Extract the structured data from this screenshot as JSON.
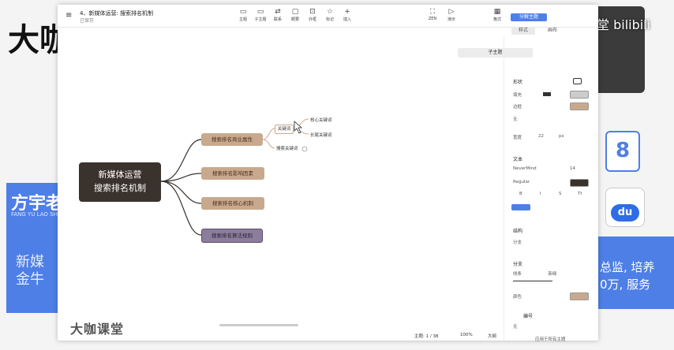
{
  "background": {
    "title": "大咖",
    "blue_name": "方宇老",
    "blue_sub": "FANG YU LAO SHI",
    "blue_text_1": "新媒",
    "blue_text_2": "金牛",
    "right_text_1": "总监, 培养",
    "right_text_2": "0万, 服务",
    "watermark": "课堂 bilibili",
    "logo_text": "大咖课堂",
    "icon_text": "du"
  },
  "app": {
    "title": "4、新媒体运营: 搜索排名机制",
    "subtitle": "已保存",
    "toolbar": [
      {
        "icon": "▭",
        "label": "主题"
      },
      {
        "icon": "▭",
        "label": "子主题"
      },
      {
        "icon": "⇄",
        "label": "联系"
      },
      {
        "icon": "▢",
        "label": "概要"
      },
      {
        "icon": "⊡",
        "label": "外框"
      },
      {
        "icon": "☆",
        "label": "标记"
      },
      {
        "icon": "+",
        "label": "插入"
      }
    ],
    "right_toolbar": [
      {
        "icon": "⛶",
        "label": "ZEN"
      },
      {
        "icon": "▷",
        "label": "演示"
      },
      {
        "icon": "▦",
        "label": "格式"
      }
    ],
    "format_tabs": {
      "active": "分解主题",
      "tab1": "样式",
      "tab2": "画布"
    }
  },
  "mindmap": {
    "root": [
      "新媒体运营",
      "搜索排名机制"
    ],
    "branches": [
      "搜索排名商业属性",
      "搜索排名影响因素",
      "搜索排名核心机制",
      "搜索排名算法规则"
    ],
    "subs": {
      "keyword": "关键词",
      "other": "搜索关键词",
      "core": "核心关键词",
      "long_tail": "长尾关键词"
    }
  },
  "panel": {
    "subtopic_button": "子主题",
    "shape": "形状",
    "fill": "填充",
    "border": "边框",
    "none": "无",
    "width_label": "宽度",
    "width_value": "22",
    "width_unit": "px",
    "text": "文本",
    "font": "NeverMind",
    "font_size": "14",
    "weight": "Regular",
    "style_btns": [
      "B",
      "I",
      "S",
      "Tt"
    ],
    "structure": "结构",
    "structure_val": "分支",
    "branch": "分支",
    "line": "线条",
    "taper": "渐细",
    "color": "颜色",
    "numbering": "编号",
    "numbering_val": "无",
    "inherit": "应用于所有主题"
  },
  "status": {
    "topics": "主题: 1 / 38",
    "zoom": "100%",
    "outline": "大纲"
  }
}
